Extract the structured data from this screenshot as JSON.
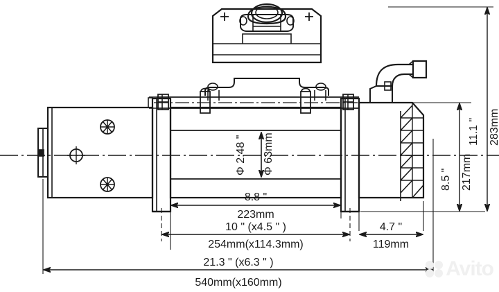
{
  "drawing": {
    "title": "Electric winch dimensional drawing",
    "subject": "winch-side-elevation",
    "line_color": "#1a1a1a",
    "background": "#ffffff"
  },
  "dimensions": {
    "drum_diameter": {
      "name": "drum-diameter",
      "imperial": "Φ 2.48 \"",
      "metric": "Φ 63mm",
      "orientation": "vertical"
    },
    "drum_width": {
      "name": "drum-width",
      "imperial": "8.8 \"",
      "metric": "223mm",
      "orientation": "horizontal"
    },
    "mounting_bolt_pattern": {
      "name": "mounting-bolt-pattern",
      "imperial": "10 \" (x4.5 \" )",
      "metric": "254mm(x114.3mm)",
      "orientation": "horizontal"
    },
    "gearbox_width": {
      "name": "gearbox-width",
      "imperial": "4.7 \"",
      "metric": "119mm",
      "orientation": "horizontal"
    },
    "overall_length": {
      "name": "overall-length",
      "imperial": "21.3 \" (x6.3 \" )",
      "metric": "540mm(x160mm)",
      "orientation": "horizontal"
    },
    "body_height": {
      "name": "body-height",
      "imperial": "8.5 \"",
      "metric": "217mm",
      "orientation": "vertical"
    },
    "overall_height": {
      "name": "overall-height",
      "imperial": "11.1 \"",
      "metric": "283mm",
      "orientation": "vertical"
    }
  },
  "markers": {
    "terminal_positive_left": "+",
    "terminal_positive_right": "+"
  },
  "watermark": {
    "label": "Avito",
    "color": "#f0f0f0"
  }
}
